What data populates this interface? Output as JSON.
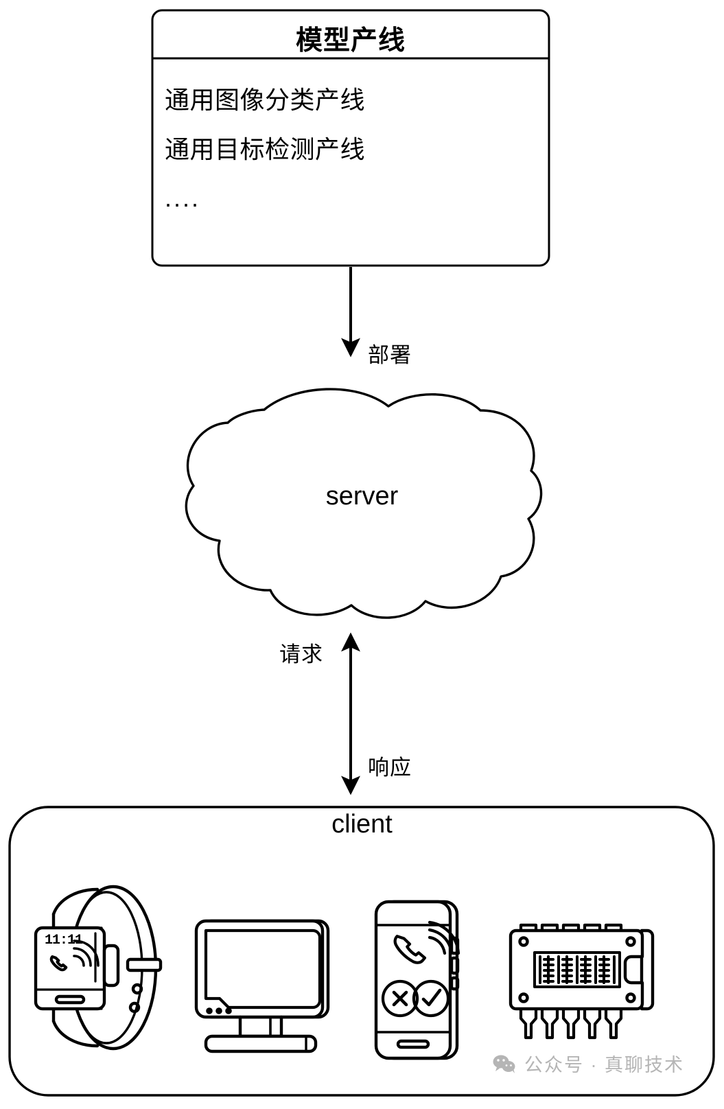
{
  "diagram": {
    "type": "flow-diagram",
    "background_color": "#ffffff",
    "stroke_color": "#000000",
    "pipeline_box": {
      "title": "模型产线",
      "items": [
        "通用图像分类产线",
        "通用目标检测产线",
        "...."
      ]
    },
    "edges": [
      {
        "label": "部署",
        "direction": "down",
        "from": "pipeline_box",
        "to": "server"
      },
      {
        "label": "请求",
        "direction": "up",
        "from": "client",
        "to": "server"
      },
      {
        "label": "响应",
        "direction": "down",
        "from": "server",
        "to": "client"
      }
    ],
    "server": {
      "label": "server",
      "shape": "cloud"
    },
    "client": {
      "label": "client",
      "shape": "rounded-rect",
      "devices": [
        {
          "name": "smartwatch",
          "screen_time": "11:11",
          "screen_icon": "incoming-call-icon"
        },
        {
          "name": "desktop-monitor",
          "screen_icon": "blank-screen"
        },
        {
          "name": "smartphone",
          "screen_icon": "incoming-call-icon",
          "actions": [
            "reject",
            "accept"
          ]
        },
        {
          "name": "microchip",
          "screen_icon": "integrated-circuit"
        }
      ]
    }
  },
  "watermark": {
    "icon": "wechat-icon",
    "text": "公众号 · 真聊技术",
    "color": "#b5b5b5"
  }
}
